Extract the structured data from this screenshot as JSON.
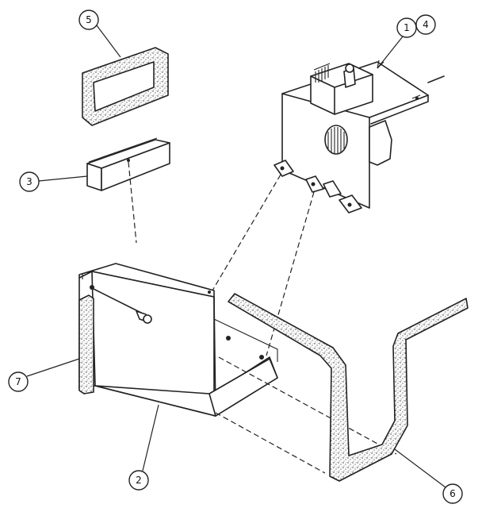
{
  "callouts": {
    "c1": "1",
    "c4": "4",
    "c5": "5",
    "c3": "3",
    "c7": "7",
    "c2": "2",
    "c6": "6"
  },
  "parts": [
    {
      "id": "gasket-top",
      "callout": "5"
    },
    {
      "id": "foam-block",
      "callout": "3"
    },
    {
      "id": "fan-motor-assembly",
      "callout": "1"
    },
    {
      "id": "bracket-housing",
      "callout": "2"
    },
    {
      "id": "gasket-side",
      "callout": "7"
    },
    {
      "id": "gasket-long",
      "callout": "6"
    }
  ],
  "colors": {
    "line": "#222222",
    "background": "#ffffff"
  }
}
